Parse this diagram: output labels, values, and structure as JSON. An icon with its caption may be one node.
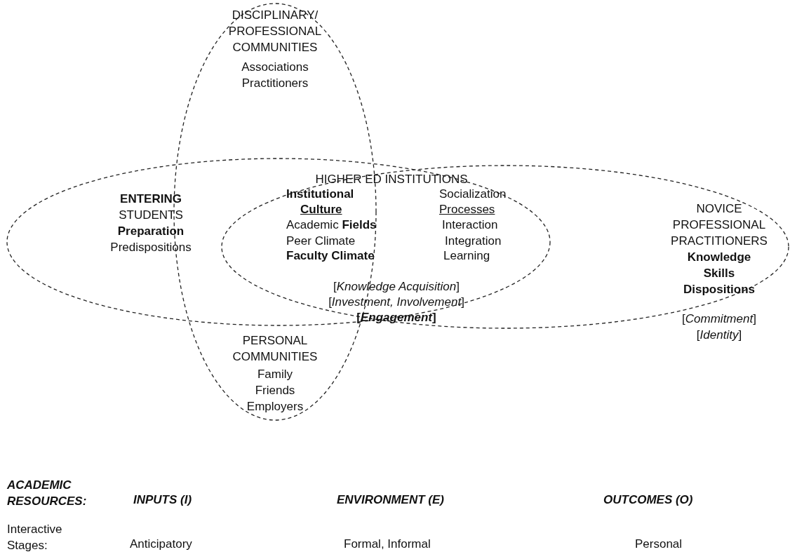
{
  "diagram": {
    "nodes": [
      {
        "text": [
          "DISCIPLINARY/ PROFESSIONAL COMMUNITIES",
          "Associations",
          "Practitioners",
          "PERSONAL COMMUNITIES",
          "Family",
          "Friends",
          "Employers"
        ]
      },
      {
        "text": [
          "ENTERING",
          "STUDENTS",
          "Preparation",
          "Predispositions"
        ]
      },
      {
        "text": [
          "NOVICE PROFESSIONAL PRACTITIONERS",
          "Knowledge",
          "Skills",
          "Dispositions",
          "[*Commitment*]",
          "[*Identity*]"
        ]
      }
    ],
    "labels": [
      "HIGHER ED INSTITUTIONS",
      "Institutional",
      "Culture",
      "Academic **Fields**",
      "Peer Climate",
      "Faculty Climate",
      "Socialization",
      "Processes",
      "Interaction",
      "Integration",
      "Learning",
      "[*Knowledge Acquisition*]",
      "[*Investment, Involvement*]",
      "[*Engagement*]",
      "ACADEMIC RESOURCES:",
      "INPUTS (I)",
      "ENVIRONMENT (E)",
      "OUTCOMES (O)",
      "Interactive Stages:",
      "Anticipatory",
      "Formal, Informal",
      "Personal"
    ]
  }
}
